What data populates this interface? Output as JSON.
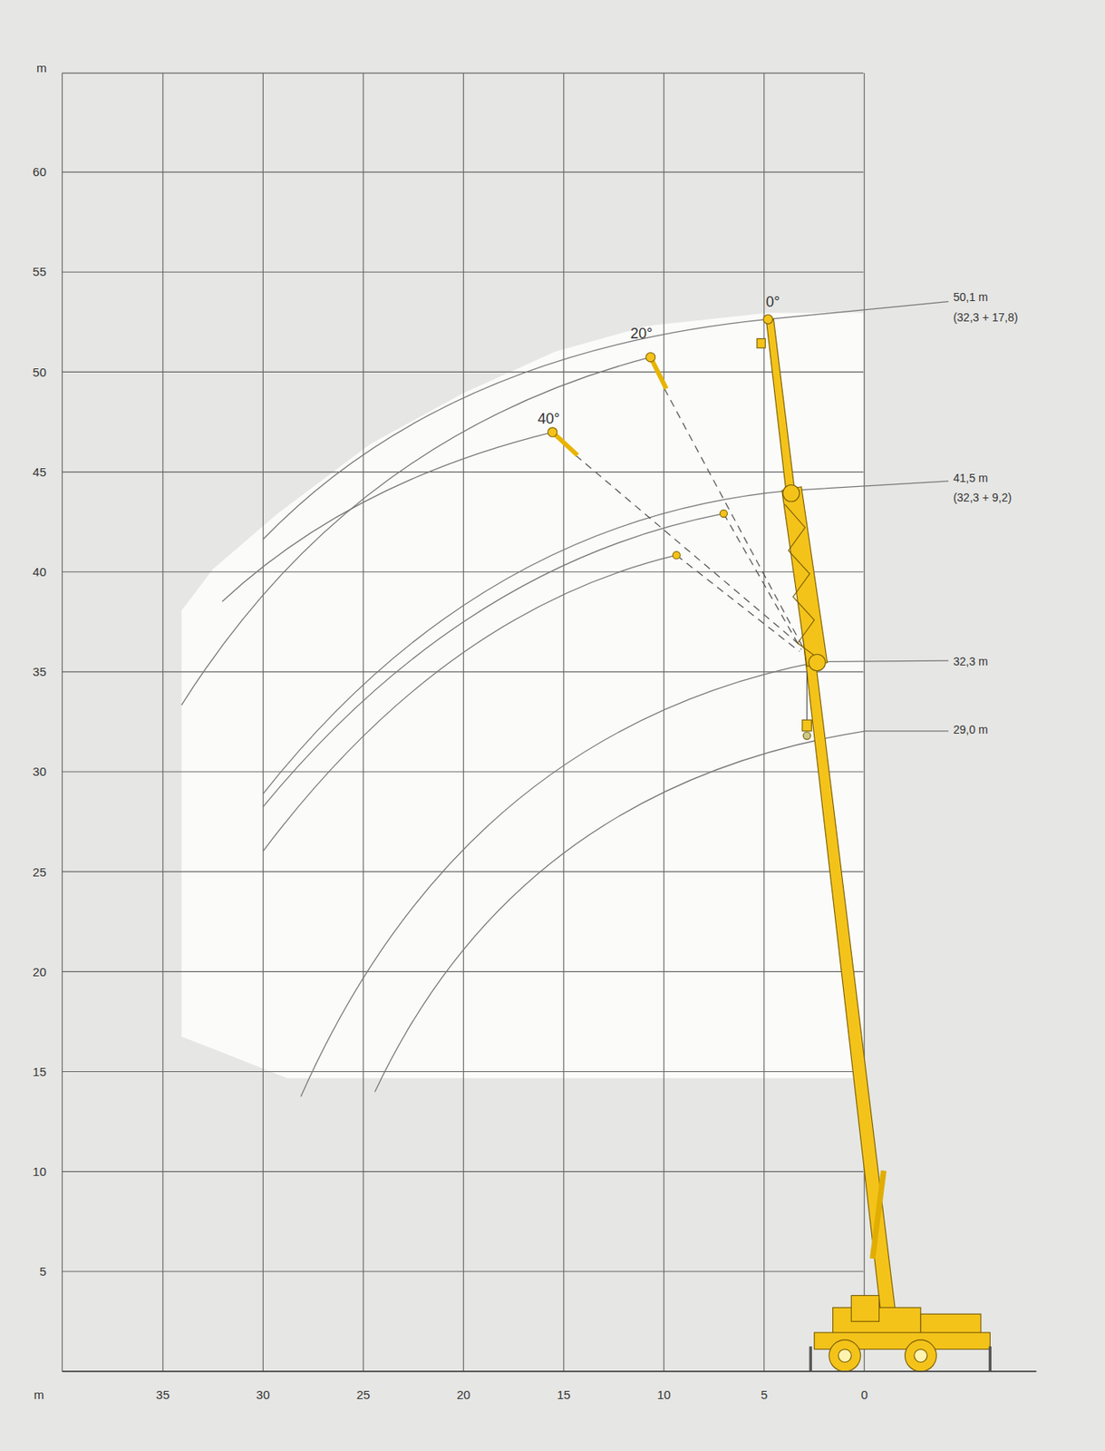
{
  "diagram": {
    "labels": [
      "m",
      "60",
      "55",
      "50",
      "45",
      "40",
      "35",
      "30",
      "25",
      "20",
      "15",
      "10",
      "5",
      "m",
      "35",
      "30",
      "25",
      "20",
      "15",
      "10",
      "5",
      "0",
      "0°",
      "20°",
      "40°",
      "50,1 m",
      "(32,3 + 17,8)",
      "41,5 m",
      "(32,3 + 9,2)",
      "32,3 m",
      "29,0 m"
    ]
  }
}
